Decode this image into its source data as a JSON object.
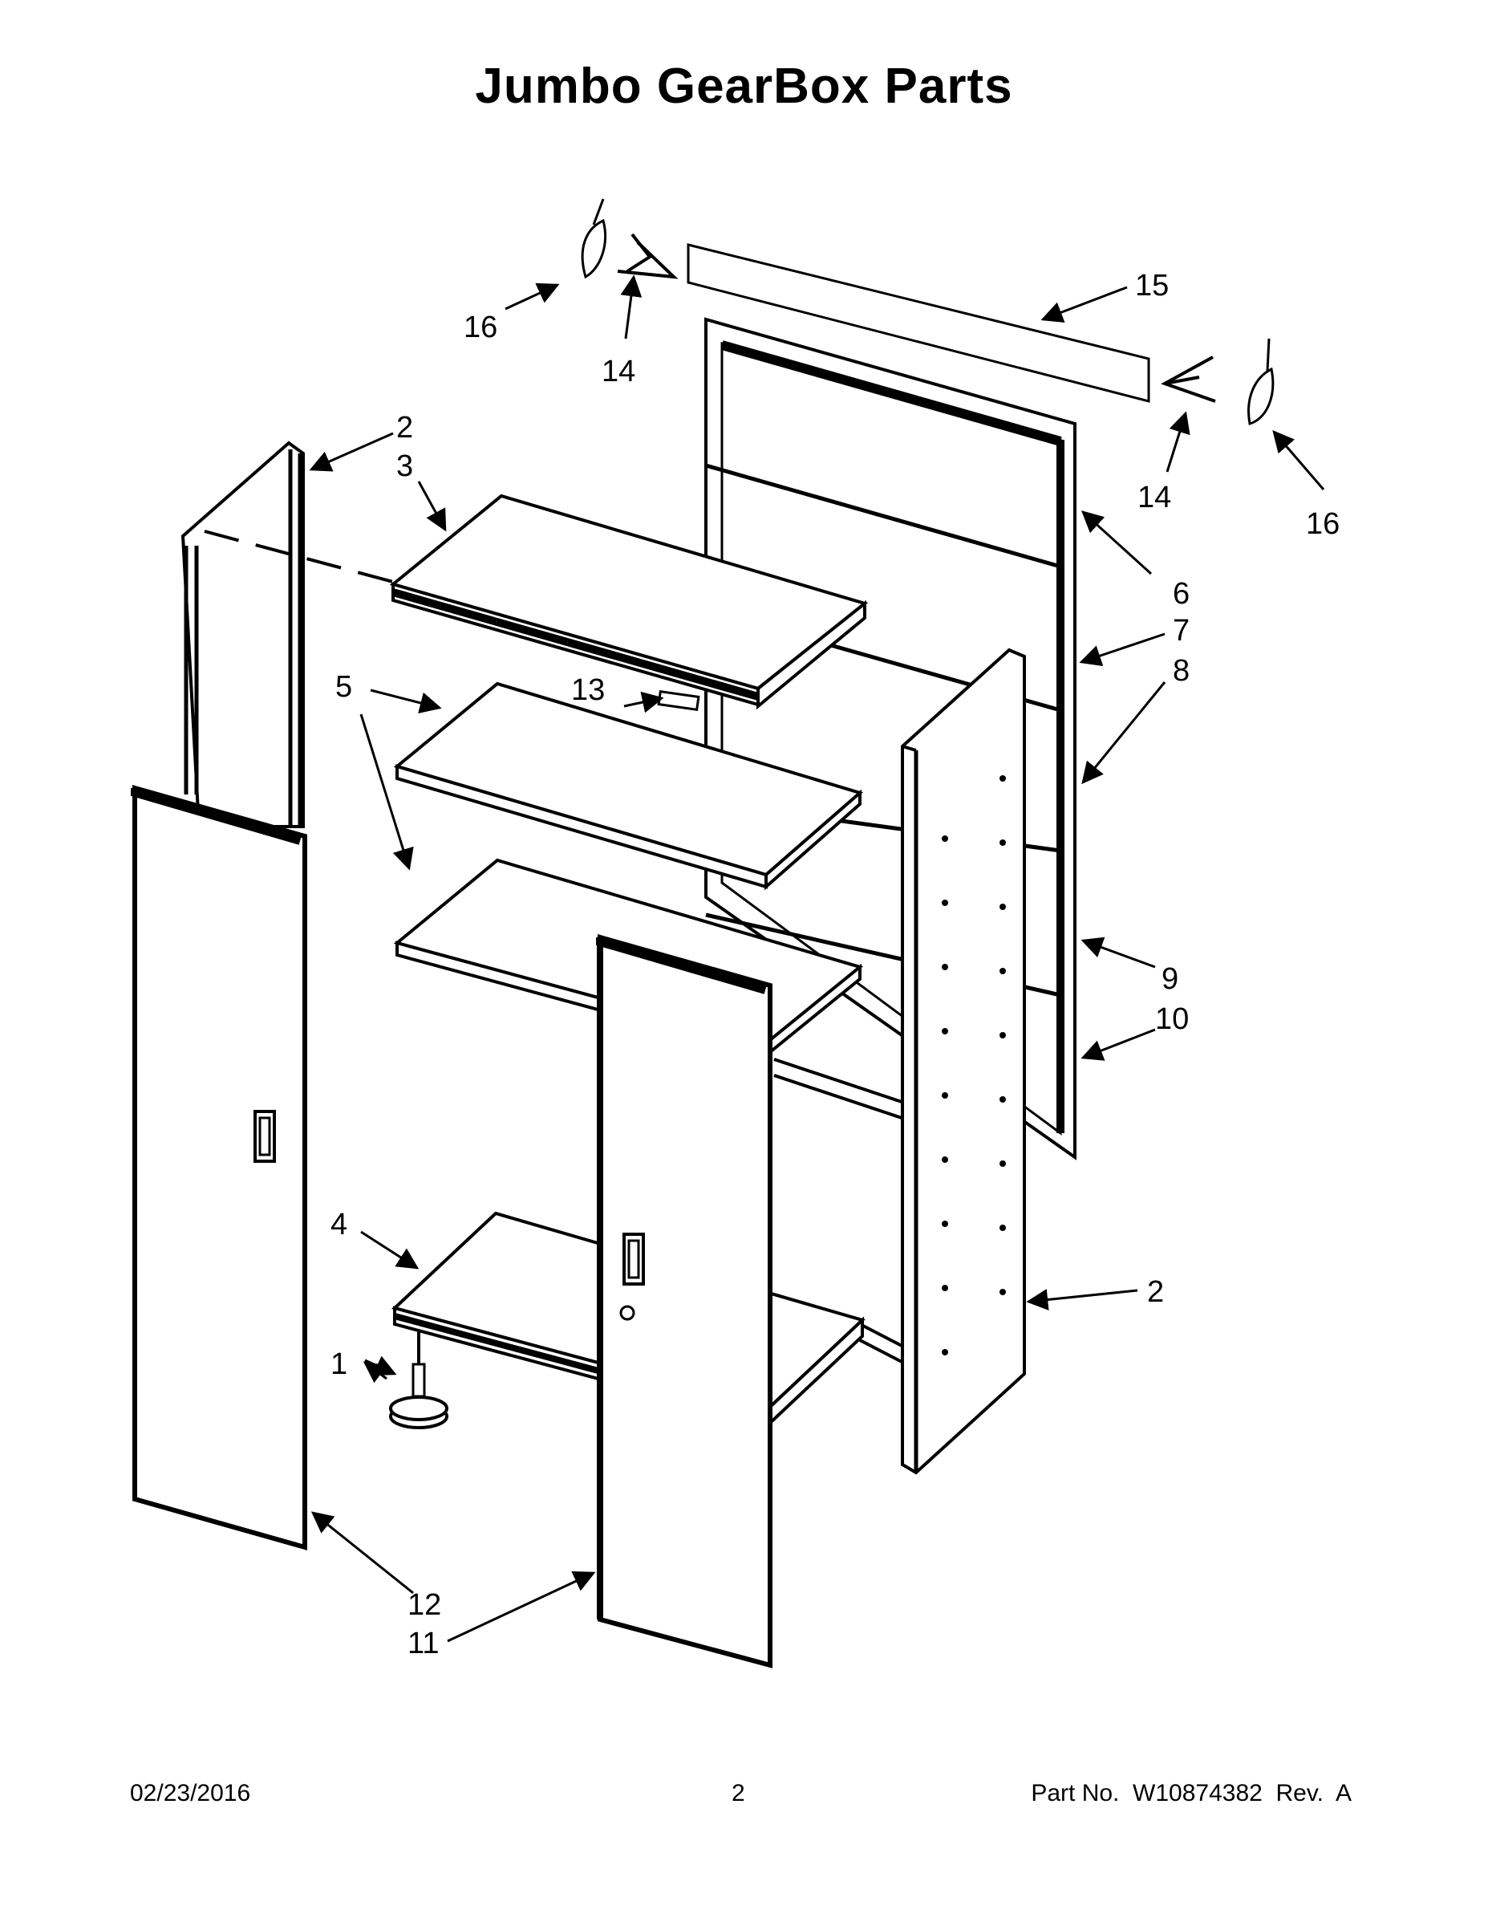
{
  "title": "Jumbo GearBox Parts",
  "footer": {
    "date": "02/23/2016",
    "page": "2",
    "part_number": "Part No.  W10874382  Rev.  A"
  },
  "callouts": [
    "1",
    "2",
    "3",
    "4",
    "5",
    "6",
    "7",
    "8",
    "9",
    "10",
    "11",
    "12",
    "13",
    "14",
    "15",
    "16"
  ]
}
